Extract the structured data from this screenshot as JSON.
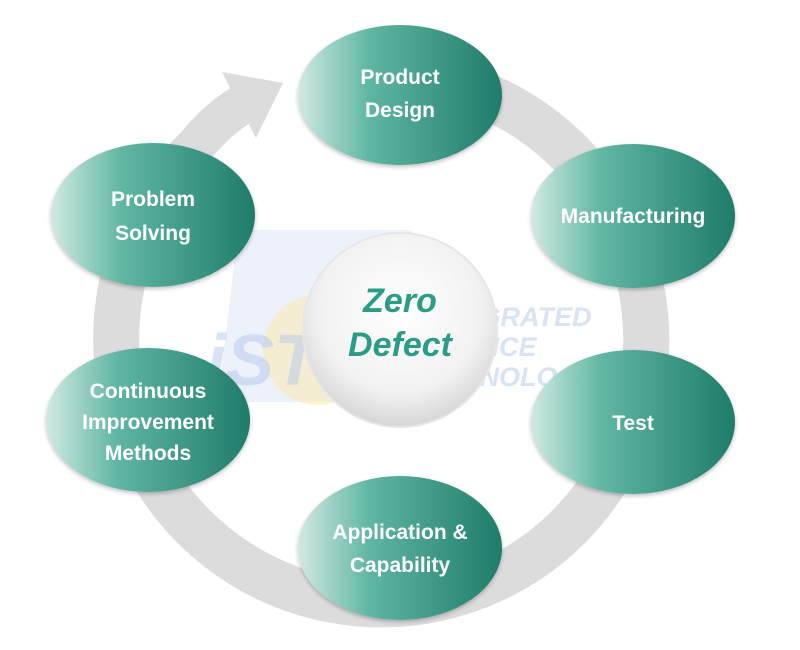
{
  "center": {
    "lines": [
      "Zero",
      "Defect"
    ]
  },
  "cycle_nodes": [
    {
      "id": "product-design",
      "lines": [
        "Product",
        "Design"
      ]
    },
    {
      "id": "manufacturing",
      "lines": [
        "Manufacturing"
      ]
    },
    {
      "id": "test",
      "lines": [
        "Test"
      ]
    },
    {
      "id": "application-capability",
      "lines": [
        "Application &",
        "Capability"
      ]
    },
    {
      "id": "continuous-improvement-methods",
      "lines": [
        "Continuous",
        "Improvement",
        "Methods"
      ]
    },
    {
      "id": "problem-solving",
      "lines": [
        "Problem",
        "Solving"
      ]
    }
  ],
  "watermark": {
    "logo_text": "iST",
    "lines": [
      "INTEGRATED",
      "SERVICE",
      "TECHNOLOGY"
    ]
  },
  "colors": {
    "node_dark": "#217f6c",
    "node_mid": "#3fa690",
    "node_light": "#cfe6e0",
    "ring": "#dcdcdc",
    "center_text": "#2a9d86",
    "watermark_blue": "#b9cdee",
    "watermark_yellow": "#fbe9a7"
  }
}
